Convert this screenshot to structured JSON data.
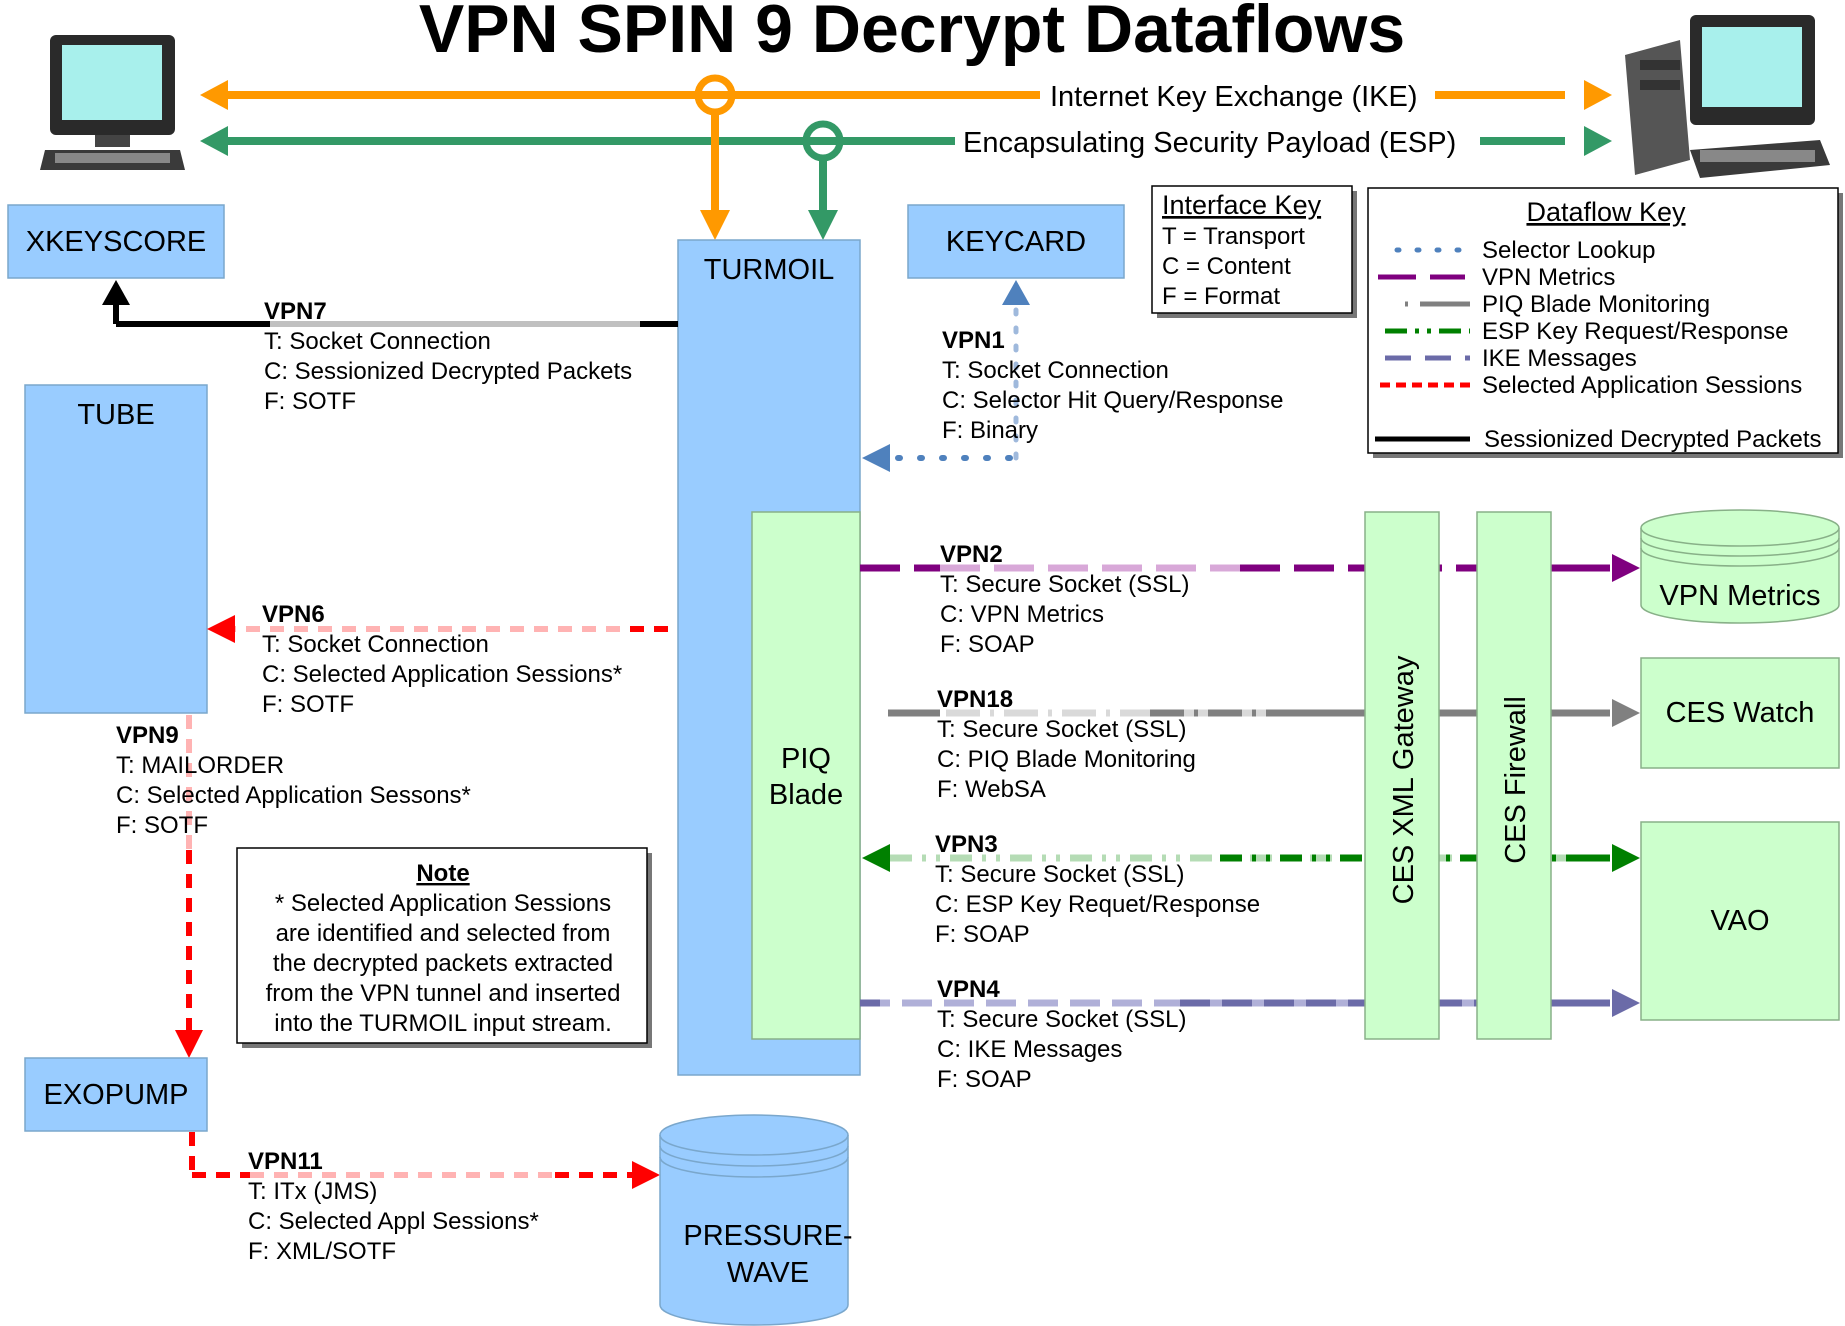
{
  "title": "VPN SPIN 9 Decrypt Dataflows",
  "top_links": {
    "ike": "Internet Key Exchange (IKE)",
    "esp": "Encapsulating Security Payload (ESP)"
  },
  "nodes": {
    "xkeyscore": "XKEYSCORE",
    "turmoil": "TURMOIL",
    "keycard": "KEYCARD",
    "tube": "TUBE",
    "piq_blade_line1": "PIQ",
    "piq_blade_line2": "Blade",
    "ces_xml_gateway": "CES XML Gateway",
    "ces_firewall": "CES Firewall",
    "vpn_metrics": "VPN Metrics",
    "ces_watch": "CES Watch",
    "vao": "VAO",
    "exopump": "EXOPUMP",
    "pressurewave_line1": "PRESSURE-",
    "pressurewave_line2": "WAVE"
  },
  "interface_key": {
    "title": "Interface Key",
    "items": [
      "T = Transport",
      "C = Content",
      "F = Format"
    ]
  },
  "dataflow_key": {
    "title": "Dataflow Key",
    "items": [
      {
        "label": "Selector Lookup",
        "color": "#4f81bd"
      },
      {
        "label": "VPN Metrics",
        "color": "#7f007f"
      },
      {
        "label": "PIQ Blade Monitoring",
        "color": "#808080"
      },
      {
        "label": "ESP Key Request/Response",
        "color": "#008000"
      },
      {
        "label": "IKE Messages",
        "color": "#6b6ba8"
      },
      {
        "label": "Selected Application Sessions",
        "color": "#ff0000"
      },
      {
        "label": "Sessionized Decrypted Packets",
        "color": "#000000"
      }
    ]
  },
  "flows": {
    "vpn7": {
      "name": "VPN7",
      "t": "T: Socket Connection",
      "c": "C: Sessionized Decrypted Packets",
      "f": "F: SOTF"
    },
    "vpn1": {
      "name": "VPN1",
      "t": "T: Socket Connection",
      "c": "C: Selector Hit Query/Response",
      "f": "F: Binary"
    },
    "vpn6": {
      "name": "VPN6",
      "t": "T: Socket Connection",
      "c": "C: Selected Application Sessions*",
      "f": "F: SOTF"
    },
    "vpn2": {
      "name": "VPN2",
      "t": "T: Secure Socket (SSL)",
      "c": "C: VPN Metrics",
      "f": "F: SOAP"
    },
    "vpn9": {
      "name": "VPN9",
      "t": "T: MAILORDER",
      "c": "C: Selected Application Sessons*",
      "f": "F: SOTF"
    },
    "vpn18": {
      "name": "VPN18",
      "t": "T: Secure Socket (SSL)",
      "c": "C: PIQ Blade Monitoring",
      "f": "F: WebSA"
    },
    "vpn3": {
      "name": "VPN3",
      "t": "T: Secure Socket (SSL)",
      "c": "C: ESP Key Requet/Response",
      "f": "F: SOAP"
    },
    "vpn4": {
      "name": "VPN4",
      "t": "T: Secure Socket (SSL)",
      "c": "C: IKE Messages",
      "f": "F: SOAP"
    },
    "vpn11": {
      "name": "VPN11",
      "t": "T: ITx (JMS)",
      "c": "C: Selected Appl Sessions*",
      "f": "F: XML/SOTF"
    }
  },
  "note": {
    "title": "Note",
    "lines": [
      "* Selected Application Sessions",
      "are identified and selected from",
      "the decrypted packets extracted",
      "from the VPN tunnel and inserted",
      "into the TURMOIL input stream."
    ]
  },
  "colors": {
    "node_blue": "#99ccff",
    "node_green": "#ccffcc",
    "ike_orange": "#ff9900",
    "esp_green": "#339966",
    "selector_blue": "#4f81bd",
    "metrics_purple": "#7f007f",
    "monitor_gray": "#808080",
    "esp_key_green": "#008000",
    "ike_msg_slate": "#6b6ba8",
    "sessions_red": "#ff0000"
  }
}
